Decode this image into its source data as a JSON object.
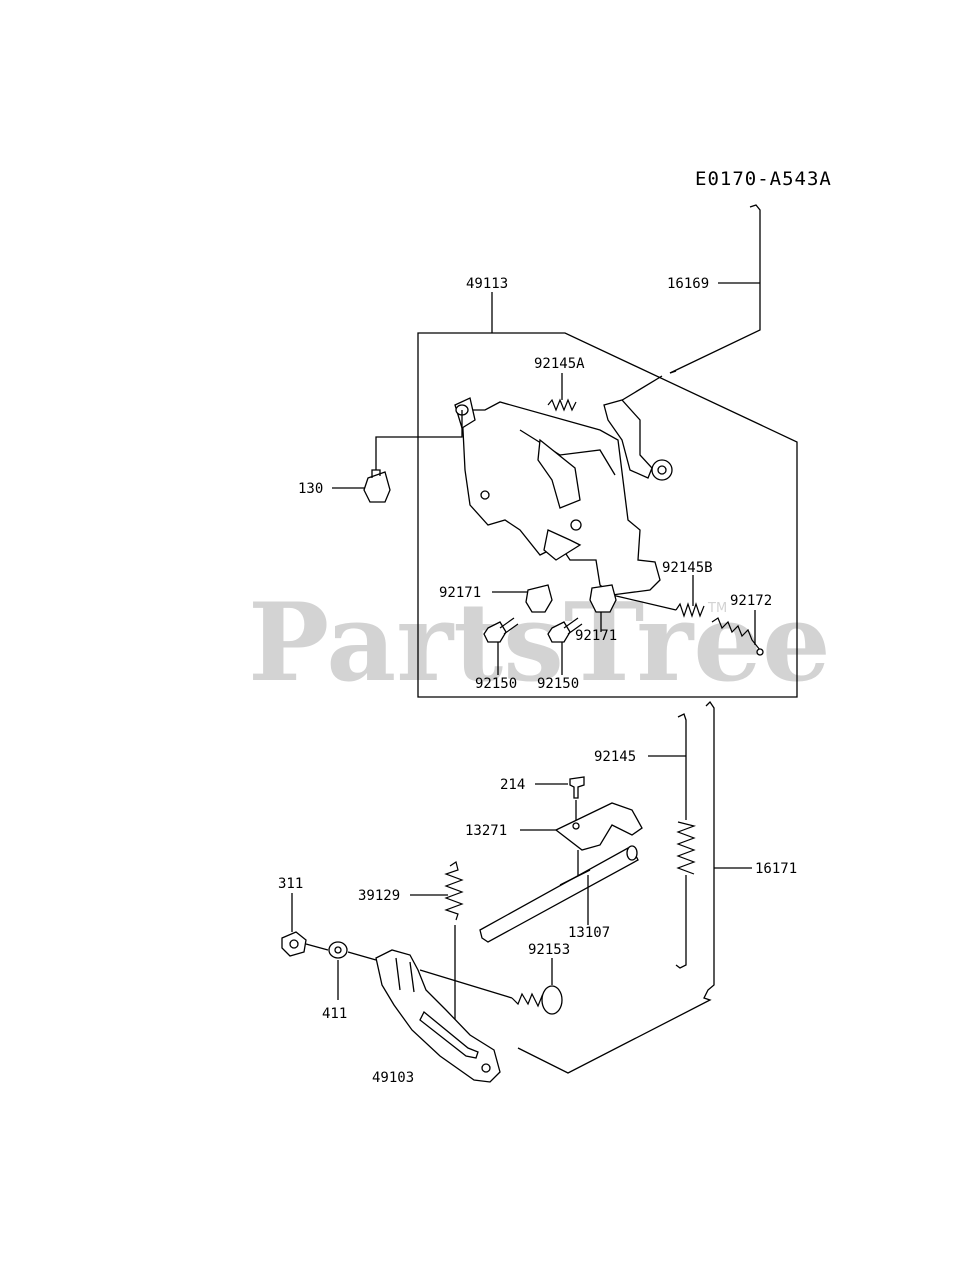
{
  "diagram": {
    "code": "E0170-A543A",
    "watermark": "PartsTree",
    "trademark": "TM",
    "labels": {
      "p16169": "16169",
      "p49113": "49113",
      "p92145A": "92145A",
      "p130": "130",
      "p92145B": "92145B",
      "p92172": "92172",
      "p92171a": "92171",
      "p92171b": "92171",
      "p92150a": "92150",
      "p92150b": "92150",
      "p92145": "92145",
      "p214": "214",
      "p13271": "13271",
      "p16171": "16171",
      "p311": "311",
      "p39129": "39129",
      "p13107": "13107",
      "p92153": "92153",
      "p411": "411",
      "p49103": "49103"
    }
  }
}
